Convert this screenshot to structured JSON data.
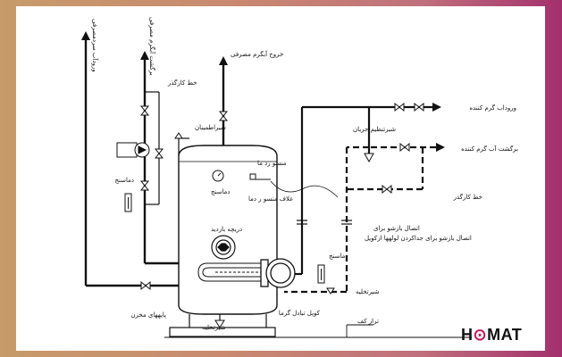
{
  "labels": {
    "cold_inlet": "ورودآب سردمصرفی",
    "hot_return": "برگشت آبگرم مصرفی",
    "circ_line": "خط کارگذر",
    "hot_outlet": "خروج آبگرم مصرفی",
    "safety_valve": "شیراطمینان",
    "thermometer_left": "دماسنج",
    "thermostat": "منسو رد ما",
    "thermometer_tank": "دماسنج",
    "thermostat_sheath": "غلاف منسو ر دما",
    "manhole": "دریچه بازدید",
    "heater_in": "وروداب گرم کننده",
    "flow_valve": "شیرتنظیم جریان",
    "heater_return": "برگشت آب گرم کننده",
    "bypass_right": "خط کارگذر",
    "union": "اتصال بازشو برای جداکردن لولهها ازکویل",
    "thermometer_right": "دماسنج",
    "drain_right": "شیرتخلیه",
    "coil": "کویل تبادل گرما",
    "tank_legs": "پایههای مخزن",
    "drain_bottom": "شیرتخلیه",
    "floor_level": "تراز کف"
  },
  "logo": {
    "part1": "H",
    "ring": "⊙",
    "part2": "MAT"
  },
  "colors": {
    "accent": "#c2185b",
    "line": "#111111"
  }
}
